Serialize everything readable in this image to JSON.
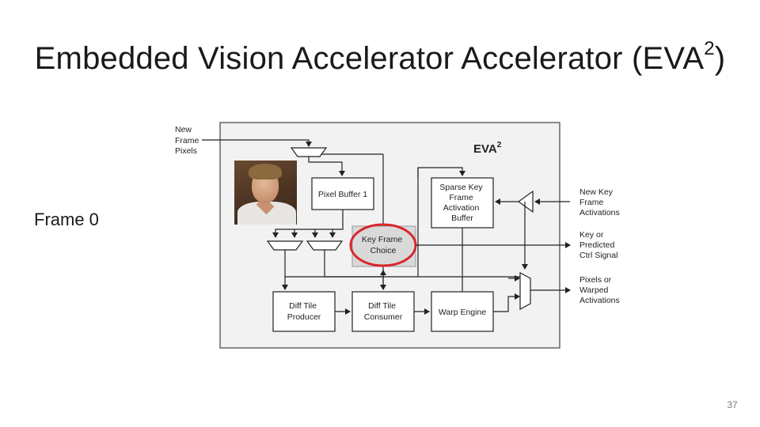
{
  "slide": {
    "title_main": "Embedded Vision Accelerator Accelerator (EVA",
    "title_sup": "2",
    "title_end": ")",
    "frame_label": "Frame 0",
    "page_number": "37"
  },
  "diagram": {
    "block_title": "EVA",
    "block_title_sup": "2",
    "input_new_frame_pixels": [
      "New",
      "Frame",
      "Pixels"
    ],
    "pixel_buffer": "Pixel Buffer 1",
    "sparse_buffer": [
      "Sparse Key",
      "Frame",
      "Activation",
      "Buffer"
    ],
    "key_frame_choice": [
      "Key Frame",
      "Choice"
    ],
    "diff_tile_producer": [
      "Diff Tile",
      "Producer"
    ],
    "diff_tile_consumer": [
      "Diff Tile",
      "Consumer"
    ],
    "warp_engine": "Warp Engine",
    "out_new_key_frame": [
      "New Key",
      "Frame",
      "Activations"
    ],
    "out_key_or_predicted": [
      "Key or",
      "Predicted",
      "Ctrl Signal"
    ],
    "out_pixels_or_warped": [
      "Pixels or",
      "Warped",
      "Activations"
    ],
    "highlight_color": "#d9252a"
  }
}
